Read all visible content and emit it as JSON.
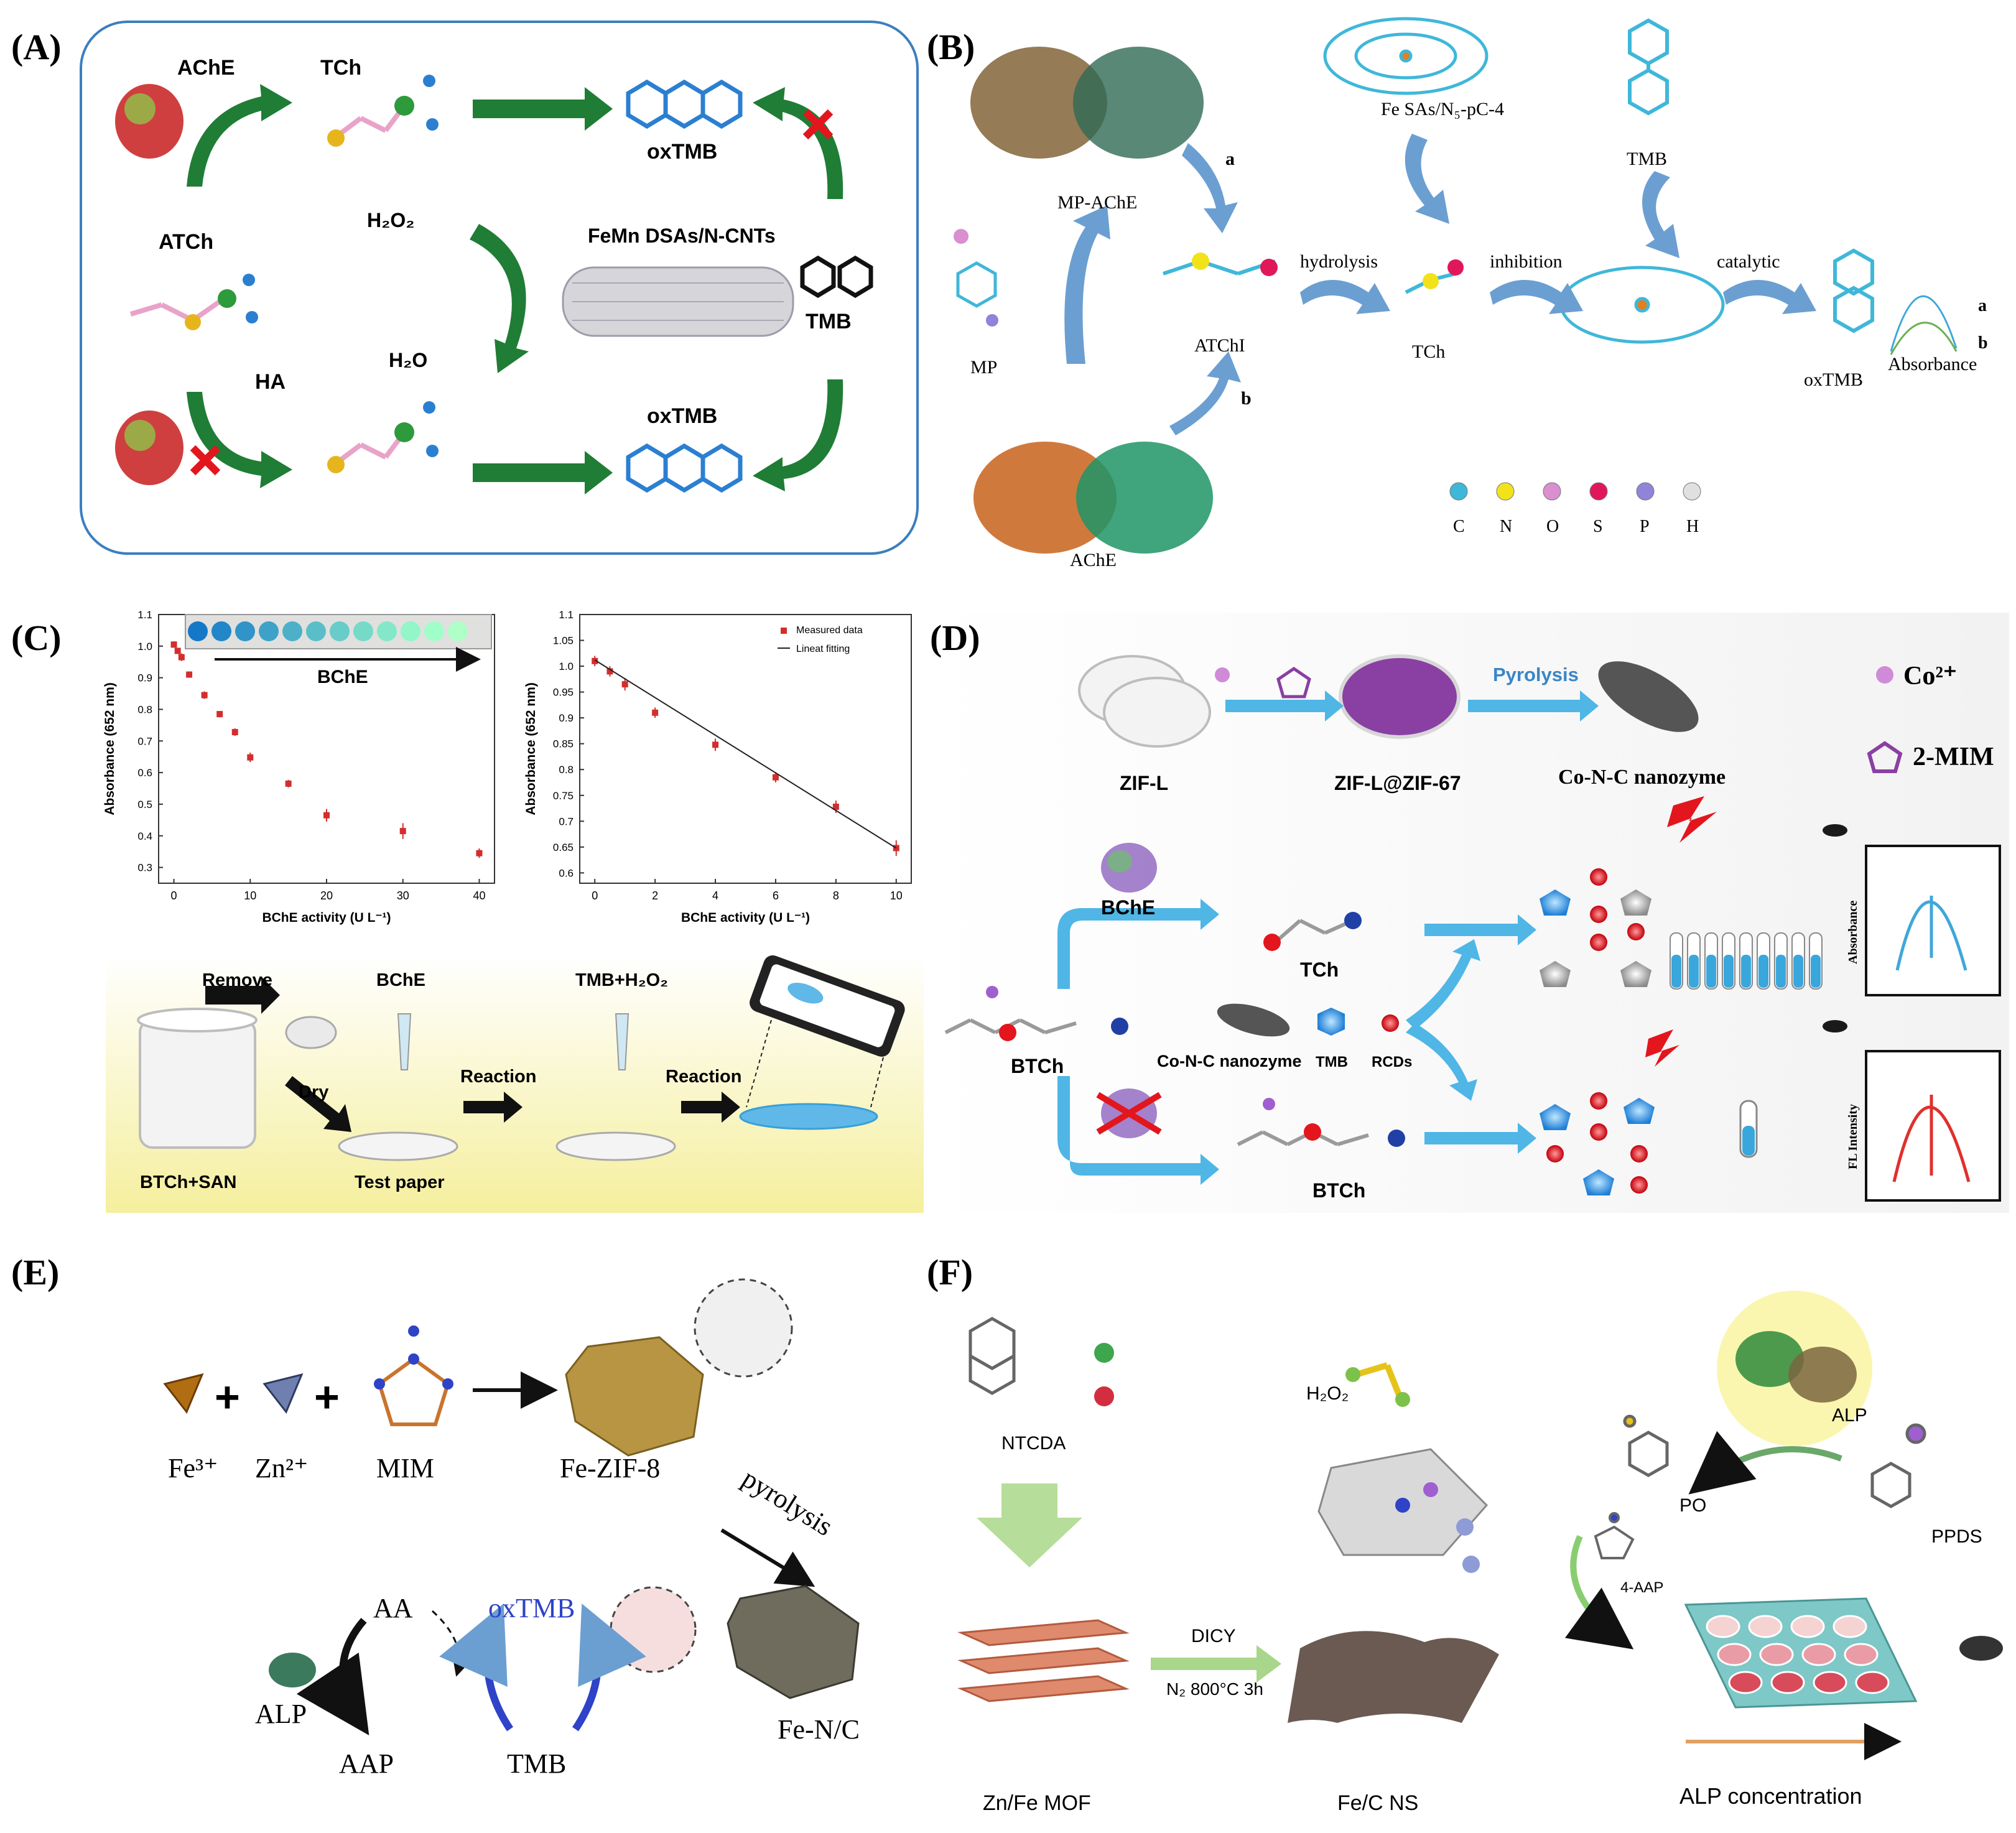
{
  "panels": {
    "A": {
      "label": "(A)",
      "ache": "AChE",
      "tch": "TCh",
      "oxtmb_top": "oxTMB",
      "atch": "ATCh",
      "h2o2": "H₂O₂",
      "catalyst": "FeMn DSAs/N-CNTs",
      "tmb": "TMB",
      "h2o": "H₂O",
      "ha": "HA",
      "oxtmb_bottom": "oxTMB"
    },
    "B": {
      "label": "(B)",
      "catalyst": "Fe SAs/N₅-pC-4",
      "tmb": "TMB",
      "mp_ache": "MP-AChE",
      "mp": "MP",
      "atchi": "ATChI",
      "ache": "AChE",
      "hydrolysis": "hydrolysis",
      "inhibition": "inhibition",
      "catalytic": "catalytic",
      "tch": "TCh",
      "oxtmb": "oxTMB",
      "absorbance": "Absorbance",
      "a": "a",
      "b": "b",
      "atoms": [
        {
          "symbol": "C",
          "color": "#3fb7d9"
        },
        {
          "symbol": "N",
          "color": "#f2e21a"
        },
        {
          "symbol": "O",
          "color": "#d98fd0"
        },
        {
          "symbol": "S",
          "color": "#e0185a"
        },
        {
          "symbol": "P",
          "color": "#8f84d9"
        },
        {
          "symbol": "H",
          "color": "#e0e0e0"
        }
      ]
    },
    "C": {
      "label": "(C)",
      "inset_label": "BChE",
      "remove": "Remove",
      "bche": "BChE",
      "tmb_h2o2": "TMB+H₂O₂",
      "dry": "Dry",
      "reaction1": "Reaction",
      "reaction2": "Reaction",
      "btch_san": "BTCh+SAN",
      "test_paper": "Test paper"
    },
    "D": {
      "label": "(D)",
      "pyrolysis": "Pyrolysis",
      "co2": "Co²⁺",
      "mim": "2-MIM",
      "zifl": "ZIF-L",
      "zifl67": "ZIF-L@ZIF-67",
      "nanozyme": "Co-N-C nanozyme",
      "bche": "BChE",
      "tch": "TCh",
      "btch_left": "BTCh",
      "conc": "Co-N-C nanozyme",
      "tmb": "TMB",
      "rcds": "RCDs",
      "btch_bottom": "BTCh",
      "absorbance": "Absorbance",
      "fl": "FL Intensity"
    },
    "E": {
      "label": "(E)",
      "fe": "Fe³⁺",
      "zn": "Zn²⁺",
      "mim": "MIM",
      "fezif8": "Fe-ZIF-8",
      "pyrolysis": "pyrolysis",
      "aa": "AA",
      "oxtmb": "oxTMB",
      "alp": "ALP",
      "aap": "AAP",
      "tmb": "TMB",
      "fenc": "Fe-N/C"
    },
    "F": {
      "label": "(F)",
      "ntcda": "NTCDA",
      "h2o2": "H₂O₂",
      "alp": "ALP",
      "po": "PO",
      "ppds": "PPDS",
      "aap": "4-AAP",
      "dicy": "DICY",
      "n2": "N₂ 800°C 3h",
      "znfe": "Zn/Fe MOF",
      "fecns": "Fe/C NS",
      "alp_conc": "ALP concentration"
    }
  },
  "chart_data": [
    {
      "type": "scatter",
      "title": "",
      "xlabel": "BChE activity (U L⁻¹)",
      "ylabel": "Absorbance (652 nm)",
      "xlim": [
        -2,
        42
      ],
      "ylim": [
        0.25,
        1.1
      ],
      "xticks": [
        0,
        10,
        20,
        30,
        40
      ],
      "yticks": [
        0.3,
        0.4,
        0.5,
        0.6,
        0.7,
        0.8,
        0.9,
        1.0,
        1.1
      ],
      "series": [
        {
          "x": [
            0,
            0.5,
            1,
            2,
            4,
            6,
            8,
            10,
            15,
            20,
            30,
            40
          ],
          "y": [
            1.005,
            0.985,
            0.965,
            0.91,
            0.845,
            0.785,
            0.728,
            0.648,
            0.565,
            0.465,
            0.415,
            0.345
          ],
          "err": [
            0.01,
            0.01,
            0.012,
            0.01,
            0.012,
            0.01,
            0.012,
            0.015,
            0.012,
            0.02,
            0.025,
            0.015
          ]
        }
      ]
    },
    {
      "type": "scatter",
      "title": "",
      "xlabel": "BChE activity (U L⁻¹)",
      "ylabel": "Absorbance (652 nm)",
      "xlim": [
        -0.5,
        10.5
      ],
      "ylim": [
        0.58,
        1.1
      ],
      "xticks": [
        0,
        2,
        4,
        6,
        8,
        10
      ],
      "yticks": [
        0.6,
        0.65,
        0.7,
        0.75,
        0.8,
        0.85,
        0.9,
        0.95,
        1.0,
        1.05,
        1.1
      ],
      "legend": [
        "Measured data",
        "Lineat fitting"
      ],
      "series": [
        {
          "name": "Measured data",
          "x": [
            0,
            0.5,
            1,
            2,
            4,
            6,
            8,
            10
          ],
          "y": [
            1.01,
            0.99,
            0.965,
            0.91,
            0.848,
            0.785,
            0.728,
            0.648
          ],
          "err": [
            0.01,
            0.01,
            0.012,
            0.01,
            0.012,
            0.01,
            0.012,
            0.015
          ]
        },
        {
          "name": "Lineat fitting",
          "x": [
            0,
            10
          ],
          "y": [
            1.012,
            0.648
          ]
        }
      ]
    }
  ]
}
